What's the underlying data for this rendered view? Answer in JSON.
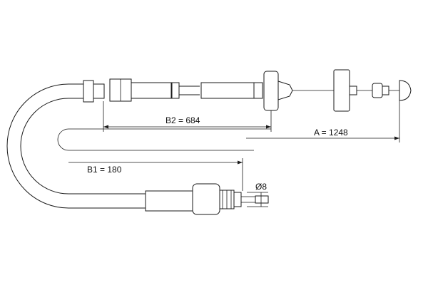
{
  "dimensions": {
    "a_label": "A = 1248",
    "b1_label": "B1 = 180",
    "b2_label": "B2 = 684",
    "diameter_label": "Ø8"
  },
  "colors": {
    "line": "#1a1a1a",
    "background": "#ffffff"
  }
}
